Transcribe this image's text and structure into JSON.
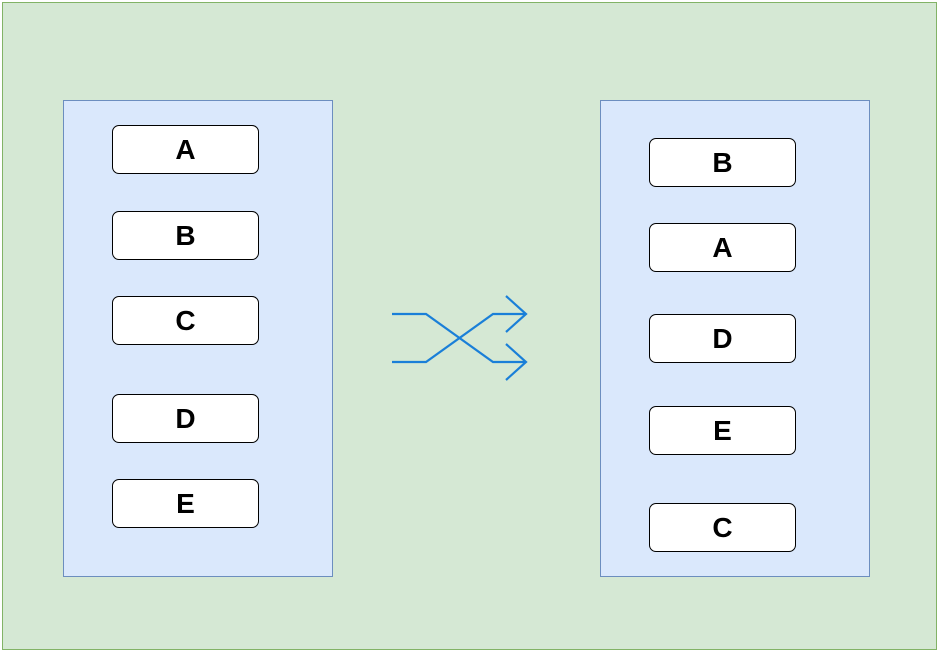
{
  "diagram": {
    "left_list": {
      "items": [
        "A",
        "B",
        "C",
        "D",
        "E"
      ]
    },
    "right_list": {
      "items": [
        "B",
        "A",
        "D",
        "E",
        "C"
      ]
    },
    "connector": {
      "icon": "shuffle-icon",
      "color": "#1a7fd8"
    },
    "colors": {
      "background": "#d5e8d4",
      "background_border": "#82b366",
      "panel": "#dae8fc",
      "panel_border": "#6c8ebf",
      "box": "#ffffff",
      "box_border": "#000000"
    }
  }
}
